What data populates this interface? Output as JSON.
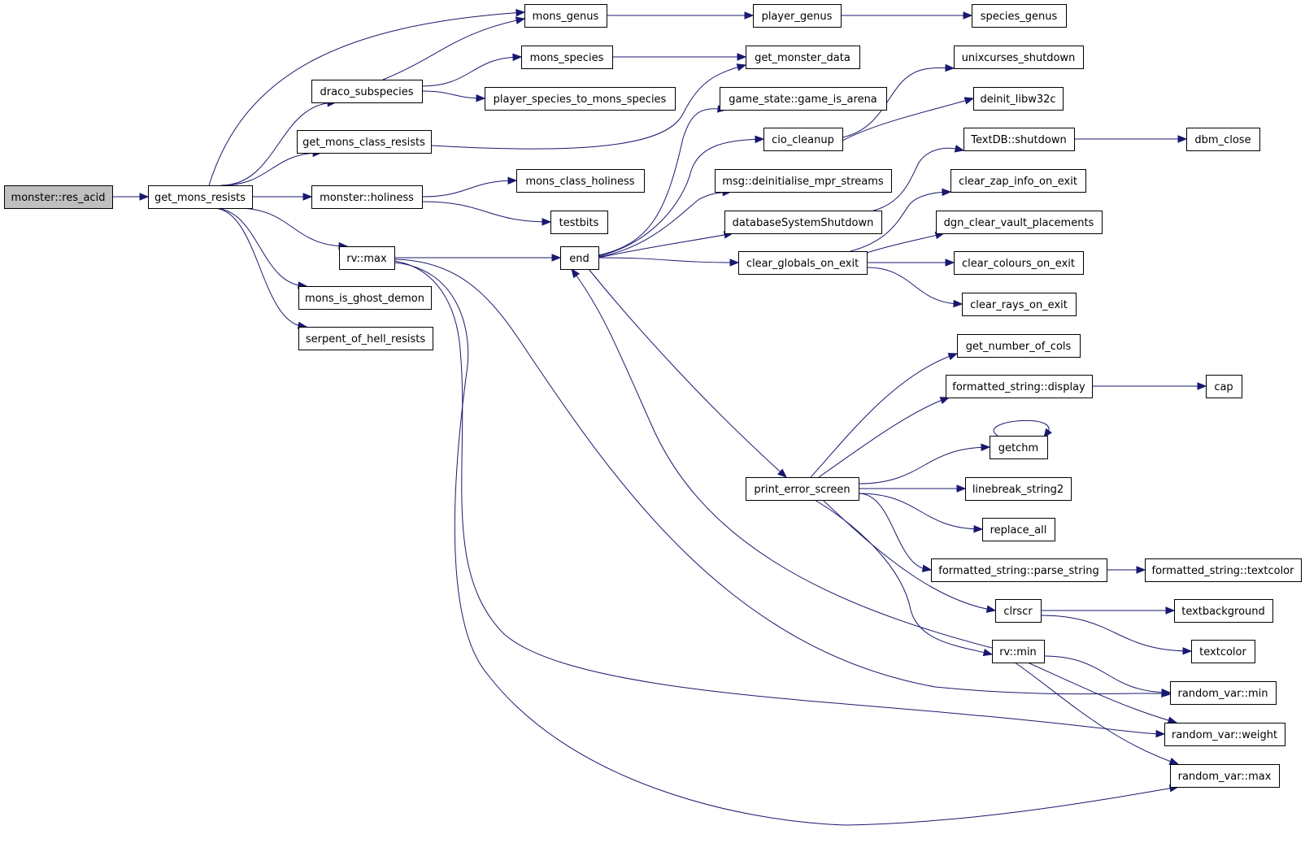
{
  "graph": {
    "title": "Call graph of monster::res_acid",
    "colors": {
      "edge": "#191970",
      "root_fill": "#bfbfbf",
      "node_fill": "#ffffff",
      "border": "#000000"
    },
    "nodes": [
      {
        "id": "res_acid",
        "label": "monster::res_acid",
        "root": true
      },
      {
        "id": "get_mons_resists",
        "label": "get_mons_resists"
      },
      {
        "id": "mons_genus",
        "label": "mons_genus"
      },
      {
        "id": "draco_subspecies",
        "label": "draco_subspecies"
      },
      {
        "id": "get_mons_class_resists",
        "label": "get_mons_class_resists"
      },
      {
        "id": "monster_holiness",
        "label": "monster::holiness"
      },
      {
        "id": "rv_max",
        "label": "rv::max"
      },
      {
        "id": "mons_is_ghost_demon",
        "label": "mons_is_ghost_demon"
      },
      {
        "id": "serpent_of_hell_resists",
        "label": "serpent_of_hell_resists"
      },
      {
        "id": "mons_species",
        "label": "mons_species"
      },
      {
        "id": "player_species_to_mons_species",
        "label": "player_species_to_mons_species"
      },
      {
        "id": "mons_class_holiness",
        "label": "mons_class_holiness"
      },
      {
        "id": "testbits",
        "label": "testbits"
      },
      {
        "id": "end",
        "label": "end"
      },
      {
        "id": "player_genus",
        "label": "player_genus"
      },
      {
        "id": "species_genus",
        "label": "species_genus"
      },
      {
        "id": "get_monster_data",
        "label": "get_monster_data"
      },
      {
        "id": "game_is_arena",
        "label": "game_state::game_is_arena"
      },
      {
        "id": "cio_cleanup",
        "label": "cio_cleanup"
      },
      {
        "id": "deinit_mpr",
        "label": "msg::deinitialise_mpr_streams"
      },
      {
        "id": "databaseSystemShutdown",
        "label": "databaseSystemShutdown"
      },
      {
        "id": "clear_globals_on_exit",
        "label": "clear_globals_on_exit"
      },
      {
        "id": "print_error_screen",
        "label": "print_error_screen"
      },
      {
        "id": "unixcurses_shutdown",
        "label": "unixcurses_shutdown"
      },
      {
        "id": "deinit_libw32c",
        "label": "deinit_libw32c"
      },
      {
        "id": "textdb_shutdown",
        "label": "TextDB::shutdown"
      },
      {
        "id": "dbm_close",
        "label": "dbm_close"
      },
      {
        "id": "clear_zap_info_on_exit",
        "label": "clear_zap_info_on_exit"
      },
      {
        "id": "dgn_clear_vault_placements",
        "label": "dgn_clear_vault_placements"
      },
      {
        "id": "clear_colours_on_exit",
        "label": "clear_colours_on_exit"
      },
      {
        "id": "clear_rays_on_exit",
        "label": "clear_rays_on_exit"
      },
      {
        "id": "get_number_of_cols",
        "label": "get_number_of_cols"
      },
      {
        "id": "fs_display",
        "label": "formatted_string::display"
      },
      {
        "id": "cap",
        "label": "cap"
      },
      {
        "id": "getchm",
        "label": "getchm"
      },
      {
        "id": "linebreak_string2",
        "label": "linebreak_string2"
      },
      {
        "id": "replace_all",
        "label": "replace_all"
      },
      {
        "id": "fs_parse_string",
        "label": "formatted_string::parse_string"
      },
      {
        "id": "fs_textcolor",
        "label": "formatted_string::textcolor"
      },
      {
        "id": "clrscr",
        "label": "clrscr"
      },
      {
        "id": "textbackground",
        "label": "textbackground"
      },
      {
        "id": "rv_min",
        "label": "rv::min"
      },
      {
        "id": "textcolor",
        "label": "textcolor"
      },
      {
        "id": "random_var_min",
        "label": "random_var::min"
      },
      {
        "id": "random_var_weight",
        "label": "random_var::weight"
      },
      {
        "id": "random_var_max",
        "label": "random_var::max"
      }
    ],
    "edges": [
      [
        "res_acid",
        "get_mons_resists"
      ],
      [
        "get_mons_resists",
        "mons_genus"
      ],
      [
        "get_mons_resists",
        "draco_subspecies"
      ],
      [
        "get_mons_resists",
        "get_mons_class_resists"
      ],
      [
        "get_mons_resists",
        "monster_holiness"
      ],
      [
        "get_mons_resists",
        "rv_max"
      ],
      [
        "get_mons_resists",
        "mons_is_ghost_demon"
      ],
      [
        "get_mons_resists",
        "serpent_of_hell_resists"
      ],
      [
        "draco_subspecies",
        "mons_genus"
      ],
      [
        "draco_subspecies",
        "mons_species"
      ],
      [
        "draco_subspecies",
        "player_species_to_mons_species"
      ],
      [
        "mons_genus",
        "player_genus"
      ],
      [
        "player_genus",
        "species_genus"
      ],
      [
        "mons_species",
        "get_monster_data"
      ],
      [
        "get_mons_class_resists",
        "get_monster_data"
      ],
      [
        "monster_holiness",
        "mons_class_holiness"
      ],
      [
        "monster_holiness",
        "testbits"
      ],
      [
        "rv_max",
        "end"
      ],
      [
        "rv_max",
        "random_var_min"
      ],
      [
        "rv_max",
        "random_var_weight"
      ],
      [
        "rv_max",
        "random_var_max"
      ],
      [
        "end",
        "game_is_arena"
      ],
      [
        "end",
        "cio_cleanup"
      ],
      [
        "end",
        "deinit_mpr"
      ],
      [
        "end",
        "databaseSystemShutdown"
      ],
      [
        "end",
        "clear_globals_on_exit"
      ],
      [
        "end",
        "print_error_screen"
      ],
      [
        "cio_cleanup",
        "unixcurses_shutdown"
      ],
      [
        "cio_cleanup",
        "deinit_libw32c"
      ],
      [
        "databaseSystemShutdown",
        "textdb_shutdown"
      ],
      [
        "textdb_shutdown",
        "dbm_close"
      ],
      [
        "clear_globals_on_exit",
        "clear_zap_info_on_exit"
      ],
      [
        "clear_globals_on_exit",
        "dgn_clear_vault_placements"
      ],
      [
        "clear_globals_on_exit",
        "clear_colours_on_exit"
      ],
      [
        "clear_globals_on_exit",
        "clear_rays_on_exit"
      ],
      [
        "print_error_screen",
        "get_number_of_cols"
      ],
      [
        "print_error_screen",
        "fs_display"
      ],
      [
        "print_error_screen",
        "getchm"
      ],
      [
        "print_error_screen",
        "linebreak_string2"
      ],
      [
        "print_error_screen",
        "replace_all"
      ],
      [
        "print_error_screen",
        "fs_parse_string"
      ],
      [
        "print_error_screen",
        "clrscr"
      ],
      [
        "print_error_screen",
        "rv_min"
      ],
      [
        "fs_display",
        "cap"
      ],
      [
        "getchm",
        "getchm"
      ],
      [
        "fs_parse_string",
        "fs_textcolor"
      ],
      [
        "clrscr",
        "textbackground"
      ],
      [
        "clrscr",
        "textcolor"
      ],
      [
        "rv_min",
        "end"
      ],
      [
        "rv_min",
        "random_var_min"
      ],
      [
        "rv_min",
        "random_var_weight"
      ],
      [
        "rv_min",
        "random_var_max"
      ]
    ]
  }
}
